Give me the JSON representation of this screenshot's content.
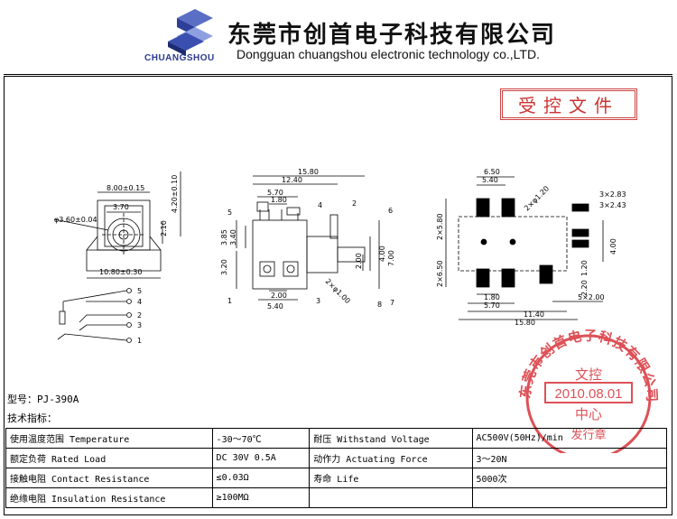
{
  "header": {
    "logo_text": "CHUANGSHOU",
    "company_cn": "东莞市创首电子科技有限公司",
    "company_en": "Dongguan chuangshou electronic technology co.,LTD."
  },
  "controlled_doc": "受控文件",
  "model": "型号：PJ-390A",
  "spec_title": "技术指标：",
  "specs": [
    [
      "使用温度范围 Temperature",
      "-30～70℃",
      "耐压 Withstand Voltage",
      "AC500V(50Hz)/min"
    ],
    [
      "额定负荷 Rated Load",
      "DC 30V 0.5A",
      "动作力 Actuating Force",
      "3～20N"
    ],
    [
      "接触电阻 Contact Resistance",
      "≤0.03Ω",
      "寿命 Life",
      "5000次"
    ],
    [
      "绝缘电阻 Insulation Resistance",
      "≥100MΩ",
      "",
      ""
    ]
  ],
  "stamp": {
    "ring_text": "东莞市创首电子科技有限公司",
    "line1": "文控",
    "date": "2010.08.01",
    "line2": "中心",
    "line3": "发行章"
  },
  "dims": {
    "front": {
      "w_top": "8.00±0.15",
      "w_mid": "3.70",
      "h_right": "4.20±0.10",
      "h_side": "2.10",
      "dia": "φ3.60±0.04",
      "w_bottom": "10.80±0.30"
    },
    "schematic_pins": [
      "5",
      "4",
      "2",
      "3",
      "1"
    ],
    "side": {
      "w_total": "15.80",
      "w_12": "12.40",
      "w_57": "5.70",
      "w_18": "1.80",
      "h_385": "3.85",
      "h_340": "3.40",
      "h_320": "3.20",
      "w_200": "2.00",
      "w_540": "5.40",
      "h_400": "4.00",
      "h_700": "7.00",
      "h_200": "2.00",
      "hole": "2×φ1.00",
      "labels": [
        "5",
        "4",
        "2",
        "6",
        "1",
        "3",
        "8",
        "7"
      ]
    },
    "pcb": {
      "w_650": "6.50",
      "w_540": "5.40",
      "hole": "2×φ1.20",
      "h_580": "2×5.80",
      "h_650": "2×6.50",
      "r_283": "3×2.83",
      "r_243": "3×2.43",
      "h_400": "4.00",
      "h_120": "1.20",
      "b_180": "1.80",
      "b_570": "5.70",
      "b_1140": "11.40",
      "b_1580": "15.80",
      "b_520": "5×2.00",
      "h_220": "2.20"
    }
  }
}
